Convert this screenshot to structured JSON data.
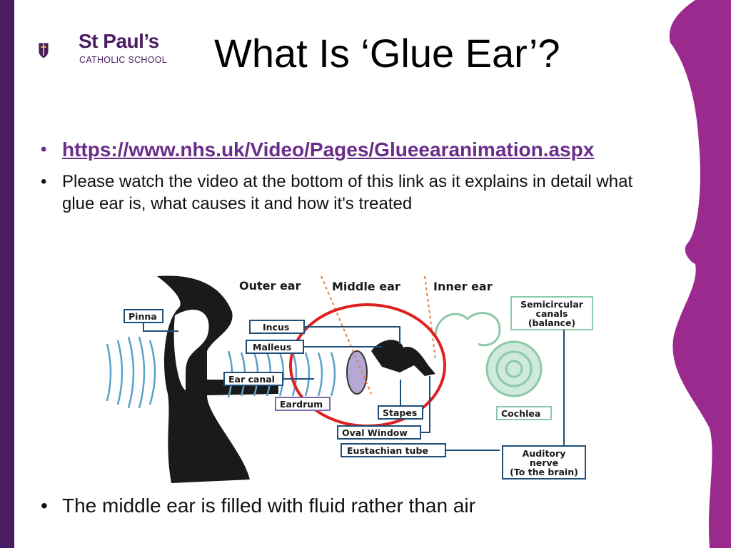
{
  "logo": {
    "line1": "St Paul’s",
    "line2": "CATHOLIC SCHOOL"
  },
  "slide": {
    "title": "What Is ‘Glue Ear’?",
    "link": "https://www.nhs.uk/Video/Pages/Glueearanimation.aspx",
    "bullet2": "Please watch the video at the bottom of this link as it explains in detail what glue ear is, what causes it and how it's treated",
    "bullet3": "The middle ear is filled with fluid rather than air",
    "bullet_symbol": "•"
  },
  "diagram": {
    "region_outer": "Outer ear",
    "region_middle": "Middle ear",
    "region_inner": "Inner ear",
    "labels": {
      "pinna": "Pinna",
      "incus": "Incus",
      "malleus": "Malleus",
      "ear_canal": "Ear canal",
      "eardrum": "Eardrum",
      "stapes": "Stapes",
      "oval_window": "Oval Window",
      "eustachian_tube": "Eustachian tube",
      "semicircular_1": "Semicircular",
      "semicircular_2": "canals",
      "semicircular_3": "(balance)",
      "cochlea": "Cochlea",
      "auditory_1": "Auditory",
      "auditory_2": "nerve",
      "auditory_3": "(To the brain)"
    }
  },
  "colors": {
    "brand_purple": "#4a1d63",
    "accent_magenta": "#9b2a8f",
    "link_purple": "#6a2d8a",
    "highlight_red": "#e02020",
    "label_navy": "#1f4e79",
    "inner_ear_green": "#8cc9a8"
  }
}
